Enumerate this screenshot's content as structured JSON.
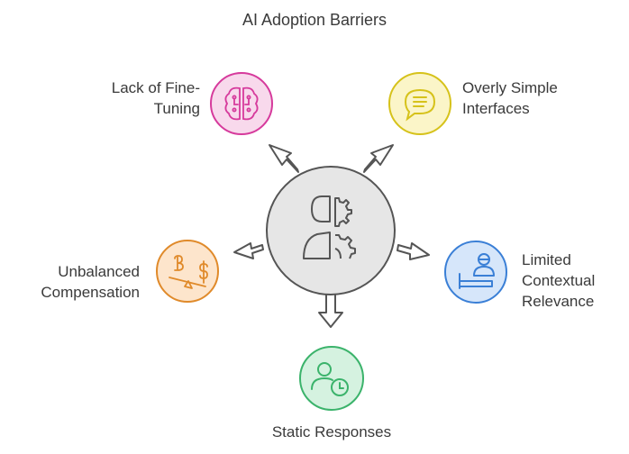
{
  "title": "AI Adoption Barriers",
  "barriers": {
    "fine_tuning": {
      "label": "Lack of Fine-Tuning",
      "line1": "Lack of Fine-",
      "line2": "Tuning",
      "icon": "brain-circuit-icon",
      "color": "#d63a9c",
      "fill": "#f8d9ec"
    },
    "interfaces": {
      "label": "Overly Simple Interfaces",
      "line1": "Overly Simple",
      "line2": "Interfaces",
      "icon": "speech-bubble-icon",
      "color": "#d6c21a",
      "fill": "#fbf5c8"
    },
    "contextual": {
      "label": "Limited Contextual Relevance",
      "line1": "Limited",
      "line2": "Contextual",
      "line3": "Relevance",
      "icon": "patient-bed-icon",
      "color": "#3a7fd6",
      "fill": "#d6e6fa"
    },
    "static": {
      "label": "Static Responses",
      "icon": "user-clock-icon",
      "color": "#3bb36b",
      "fill": "#d5f2e0"
    },
    "compensation": {
      "label": "Unbalanced Compensation",
      "line1": "Unbalanced",
      "line2": "Compensation",
      "icon": "unbalanced-scale-icon",
      "color": "#e08a2a",
      "fill": "#fde5cc"
    }
  },
  "center": {
    "icon": "head-gears-icon",
    "fill": "#e6e6e6",
    "stroke": "#555555"
  }
}
